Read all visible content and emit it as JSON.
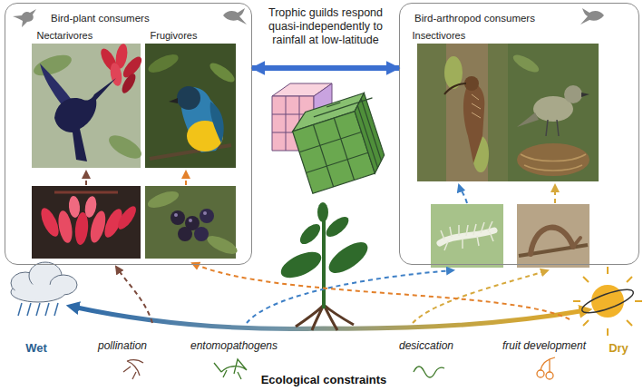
{
  "diagram": {
    "title": "Trophic guilds respond quasi-independently to rainfall at low-latitude",
    "nodes": [
      {
        "text": [
          "Bird-plant consumers"
        ]
      },
      {
        "text": [
          "Nectarivores"
        ],
        "in": 0
      },
      {
        "text": [
          "Frugivores"
        ],
        "in": 0
      },
      {
        "text": [
          "Bird-arthropod consumers"
        ]
      },
      {
        "text": [
          "Insectivores"
        ],
        "in": 3
      }
    ],
    "edges": [
      {
        "from": 0,
        "to": 3,
        "arrow": "both"
      }
    ],
    "labels": [
      "Wet",
      "pollination",
      "entomopathogens",
      "desiccation",
      "fruit development",
      "Dry",
      "Ecological constraints"
    ]
  }
}
